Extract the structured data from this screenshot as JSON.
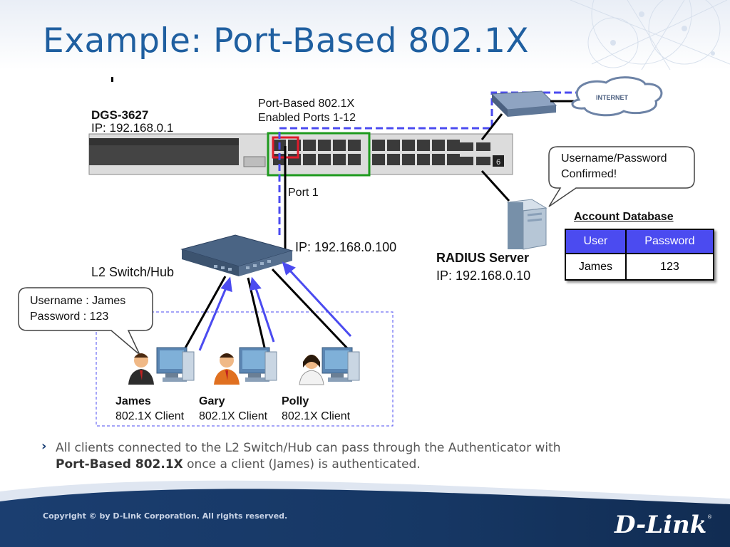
{
  "slide": {
    "title": "Example: Port-Based 802.1X",
    "copyright": "Copyright © by D-Link Corporation. All rights reserved.",
    "logo": "D-Link",
    "logo_reg": "®"
  },
  "diagram": {
    "switch_model": "DGS-3627",
    "switch_ip": "IP: 192.168.0.1",
    "enabled_ports_line1": "Port-Based 802.1X",
    "enabled_ports_line2": "Enabled Ports 1-12",
    "port_label": "Port 1",
    "internet_label": "INTERNET",
    "confirm_line1": "Username/Password",
    "confirm_line2": "Confirmed!",
    "l2_ip": "IP: 192.168.0.100",
    "l2_label": "L2 Switch/Hub",
    "radius_name": "RADIUS Server",
    "radius_ip": "IP: 192.168.0.10",
    "cred_line1": "Username : James",
    "cred_line2": "Password : 123",
    "clients": [
      {
        "name": "James",
        "role": "802.1X Client"
      },
      {
        "name": "Gary",
        "role": "802.1X Client"
      },
      {
        "name": "Polly",
        "role": "802.1X Client"
      }
    ],
    "account_db": {
      "title": "Account Database",
      "headers": [
        "User",
        "Password"
      ],
      "rows": [
        [
          "James",
          "123"
        ]
      ]
    },
    "colors": {
      "auth_path": "#4b4bf0",
      "enabled_box": "#1e9a1e",
      "port_box": "#e01b2b",
      "title": "#1f5fa0"
    }
  },
  "bullet": {
    "pre": "All clients connected to the L2 Switch/Hub can pass through the Authenticator with",
    "bold": "Port-Based 802.1X",
    "post": " once a client (James) is authenticated."
  }
}
